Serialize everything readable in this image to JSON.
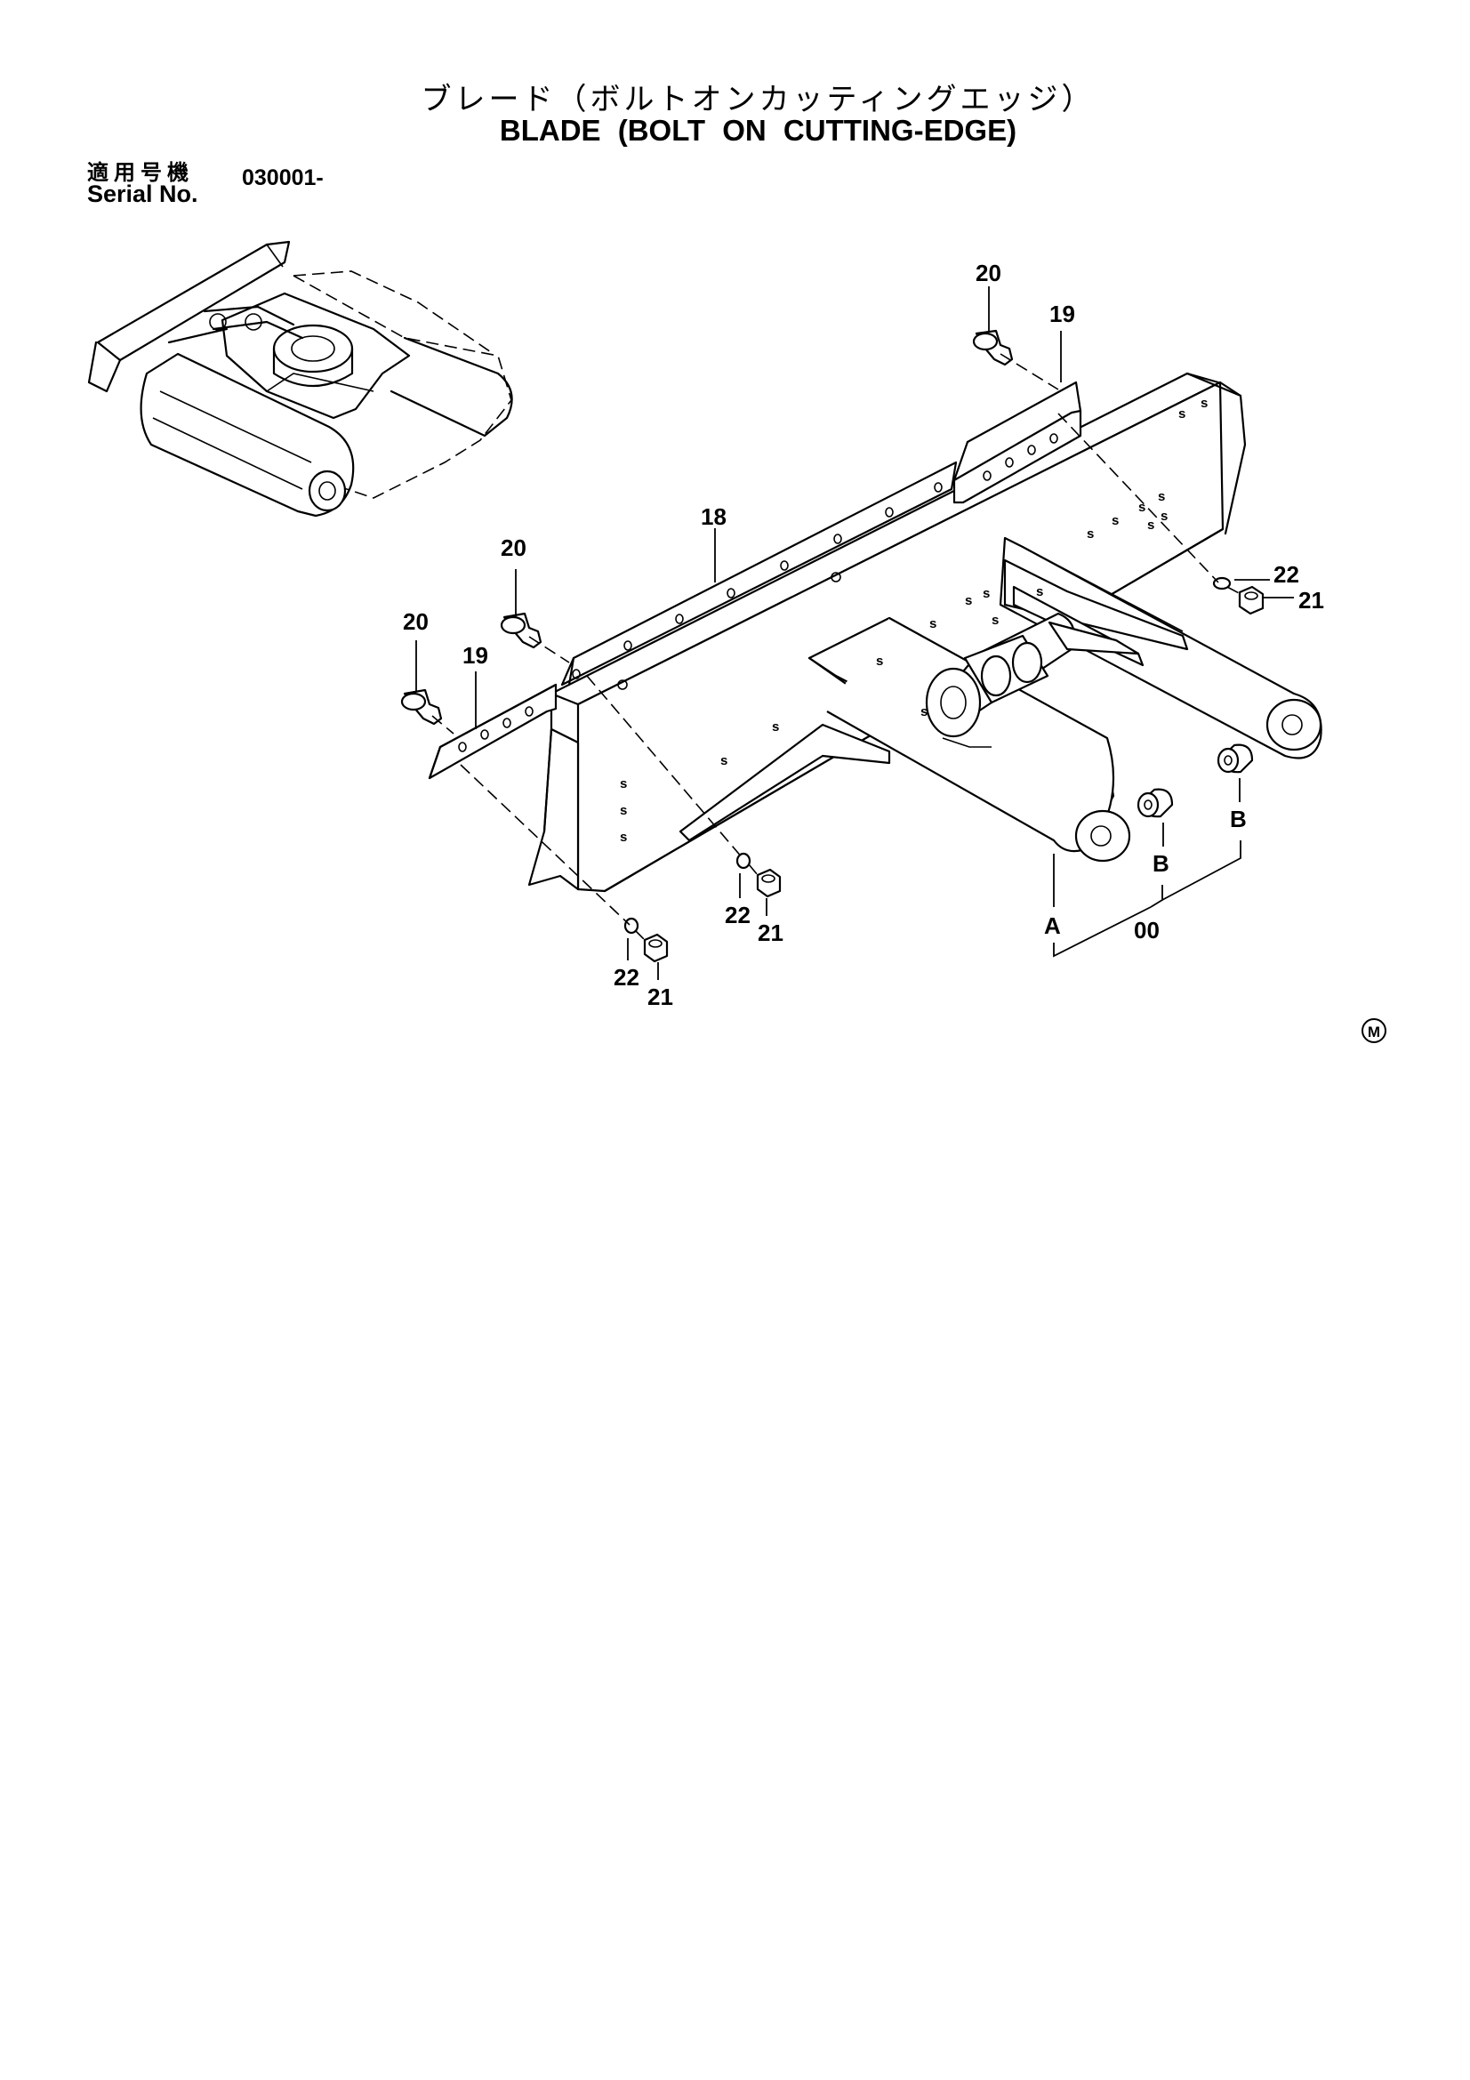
{
  "header": {
    "title_jp": "ブレード（ボルトオンカッティングエッジ）",
    "title_en": "BLADE (BOLT ON CUTTING-EDGE)",
    "serial_label_jp": "適用号機",
    "serial_label_en": "Serial No.",
    "serial_value": "030001-"
  },
  "callouts": {
    "p20_top": "20",
    "p19_top": "19",
    "p18": "18",
    "p20_mid": "20",
    "p20_left": "20",
    "p19_left": "19",
    "p22_right": "22",
    "p21_right": "21",
    "p22_bottom_mid": "22",
    "p21_bottom_mid": "21",
    "p22_bottom_left": "22",
    "p21_bottom_left": "21",
    "ref_a": "A",
    "ref_b_left": "B",
    "ref_b_right": "B",
    "assembly_00": "00"
  },
  "footer": {
    "mark": "M"
  }
}
